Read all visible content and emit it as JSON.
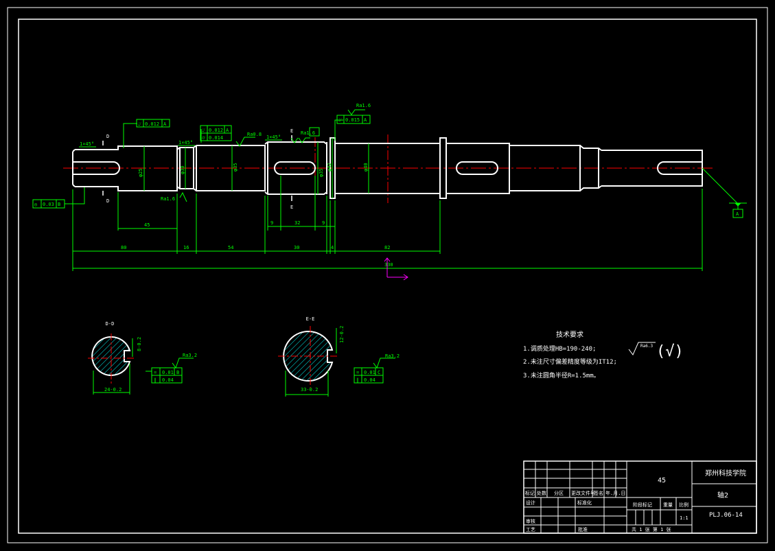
{
  "colors": {
    "bg": "#000000",
    "outline": "#ffffff",
    "dim": "#00ff00",
    "center": "#ff0000",
    "ucs": "#ff00ff",
    "hatch": "#00ffff"
  },
  "shaft": {
    "chamfer_left": "1×45°",
    "chamfer_mid1": "1×45°",
    "chamfer_mid2": "1×45°",
    "section_d": "D",
    "section_e": "E",
    "gtol_1": {
      "sym": "⌰",
      "val": "0.012",
      "ref": "A"
    },
    "gtol_2": {
      "sym": "⌰",
      "val": "0.012",
      "ref": "A"
    },
    "gtol_3": {
      "sym": "⌭",
      "val": "0.014",
      "ref": ""
    },
    "gtol_4": {
      "sym": "⌰",
      "val": "0.015",
      "ref": "A"
    },
    "gtol_left": {
      "sym": "◎",
      "val": "0.03",
      "ref": "B"
    },
    "rough_08": "Ra0.8",
    "rough_16a": "Ra1.6",
    "rough_16b": "Ra1.6",
    "rough_16c": "Ra1.6",
    "datum_a": "A",
    "diam_1": "φ25",
    "diam_2": "φ30",
    "diam_3": "φ35",
    "diam_4": "φ35",
    "diam_5": "φ42",
    "diam_6": "φ40",
    "dim_45": "45",
    "dim_9a": "9",
    "dim_32": "32",
    "dim_9b": "9",
    "dim_80": "80",
    "dim_16": "16",
    "dim_54": "54",
    "dim_30": "30",
    "dim_4": "4",
    "dim_82": "82",
    "dim_total": "330"
  },
  "section_d": {
    "title": "D-D",
    "width": "24-0.2",
    "depth": "8-0.2",
    "rough": "Ra3.2",
    "tol1": {
      "sym": "=",
      "val": "0.01",
      "ref": "B"
    },
    "tol2": {
      "sym": "∥",
      "val": "0.04",
      "ref": ""
    }
  },
  "section_e": {
    "title": "E-E",
    "width": "33-0.2",
    "depth": "12-0.2",
    "rough": "Ra3.2",
    "tol1": {
      "sym": "=",
      "val": "0.01",
      "ref": "C"
    },
    "tol2": {
      "sym": "∥",
      "val": "0.04",
      "ref": ""
    }
  },
  "notes": {
    "title": "技术要求",
    "line1": "1.调质处理HB=190-240;",
    "line2": "2.未注尺寸偏差精度等级为IT12;",
    "line3": "3.未注圆角半径R=1.5mm。",
    "rough_general": "Ra6.3",
    "rough_paren": "(√)"
  },
  "title_block": {
    "material": "45",
    "school": "郑州科技学院",
    "part_name": "轴2",
    "drawing_no": "PLJ.06-14",
    "h_mark": "标记",
    "h_count": "处数",
    "h_zone": "分区",
    "h_change": "更改文件号",
    "h_sign": "签名",
    "h_date": "年.月.日",
    "h_design": "设计",
    "h_standard": "标准化",
    "h_review": "审核",
    "h_process": "工艺",
    "h_approve": "批准",
    "h_stage": "阶段标记",
    "h_weight": "重量",
    "h_scale": "比例",
    "scale": "1:1",
    "sheets": "共 1 张    第 1 张"
  }
}
